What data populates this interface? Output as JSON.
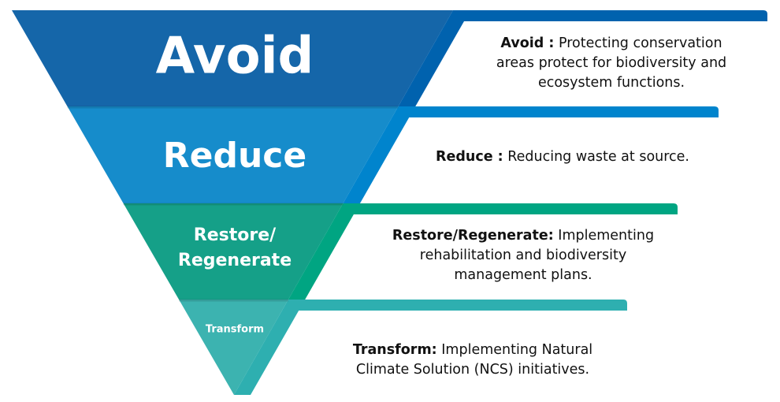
{
  "levels": [
    {
      "label": "Avoid",
      "term": "Avoid :",
      "description": [
        "Protecting conservation",
        "areas protect for biodiversity and",
        "ecosystem functions."
      ],
      "fill": "#1566a9",
      "accent": "#0062ae"
    },
    {
      "label": "Reduce",
      "term": "Reduce :",
      "description": [
        "Reducing waste at source."
      ],
      "fill": "#168ccb",
      "accent": "#0084cd"
    },
    {
      "label": "Restore/\nRegenerate",
      "term": "Restore/Regenerate:",
      "description": [
        "Implementing",
        "rehabilitation and biodiversity",
        "management plans."
      ],
      "fill": "#15a088",
      "accent": "#00a582"
    },
    {
      "label": "Transform",
      "term": "Transform:",
      "description": [
        "Implementing Natural",
        "Climate Solution (NCS) initiatives."
      ],
      "fill": "#3cb3b0",
      "accent": "#2eafb0"
    }
  ]
}
